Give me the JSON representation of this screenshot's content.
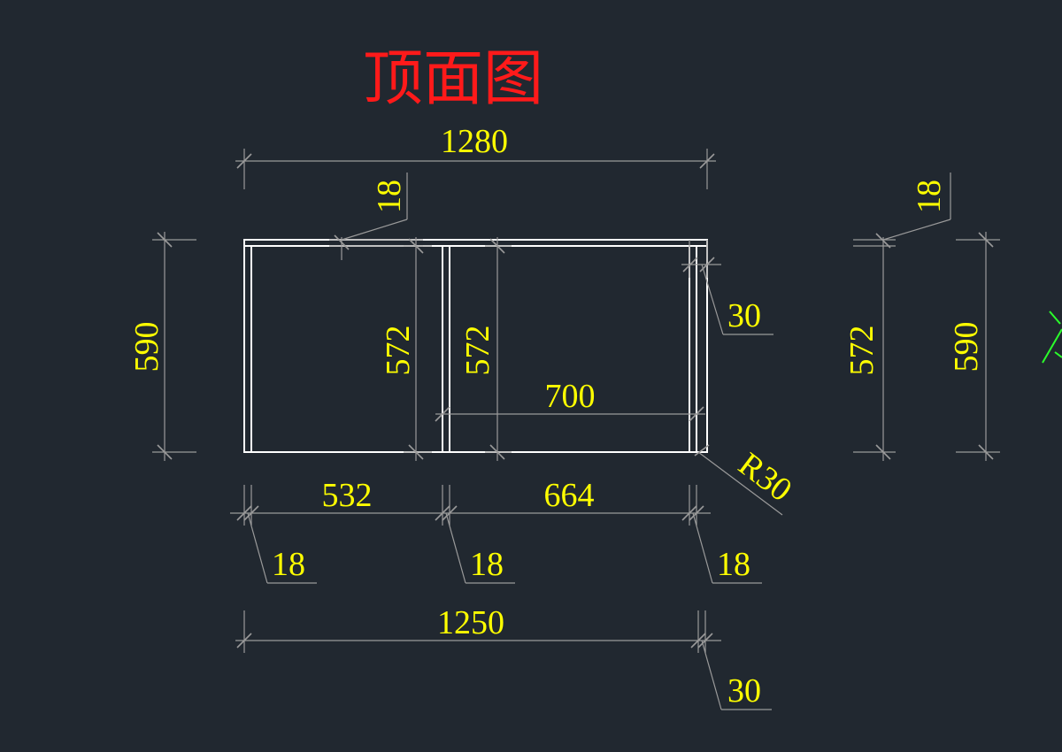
{
  "title": "顶面图",
  "colors": {
    "background": "#212830",
    "title": "#ff1a1a",
    "dimension_text": "#ffff00",
    "dimension_line": "#9a9a9a",
    "geometry": "#ffffff",
    "partial_right": "#2bff2b"
  },
  "dimensions": {
    "overall_width": "1280",
    "top_panel": "18",
    "overall_depth_left": "590",
    "inner_depth_a": "572",
    "inner_depth_b": "572",
    "edge_offset": "30",
    "inner_span": "700",
    "corner_radius": "R30",
    "bay_left": "532",
    "bay_right": "664",
    "panel_left": "18",
    "panel_mid": "18",
    "panel_right": "18",
    "bottom_width": "1250",
    "bottom_offset": "30",
    "side_panel": "18",
    "side_inner_depth": "572",
    "side_overall_depth": "590"
  }
}
